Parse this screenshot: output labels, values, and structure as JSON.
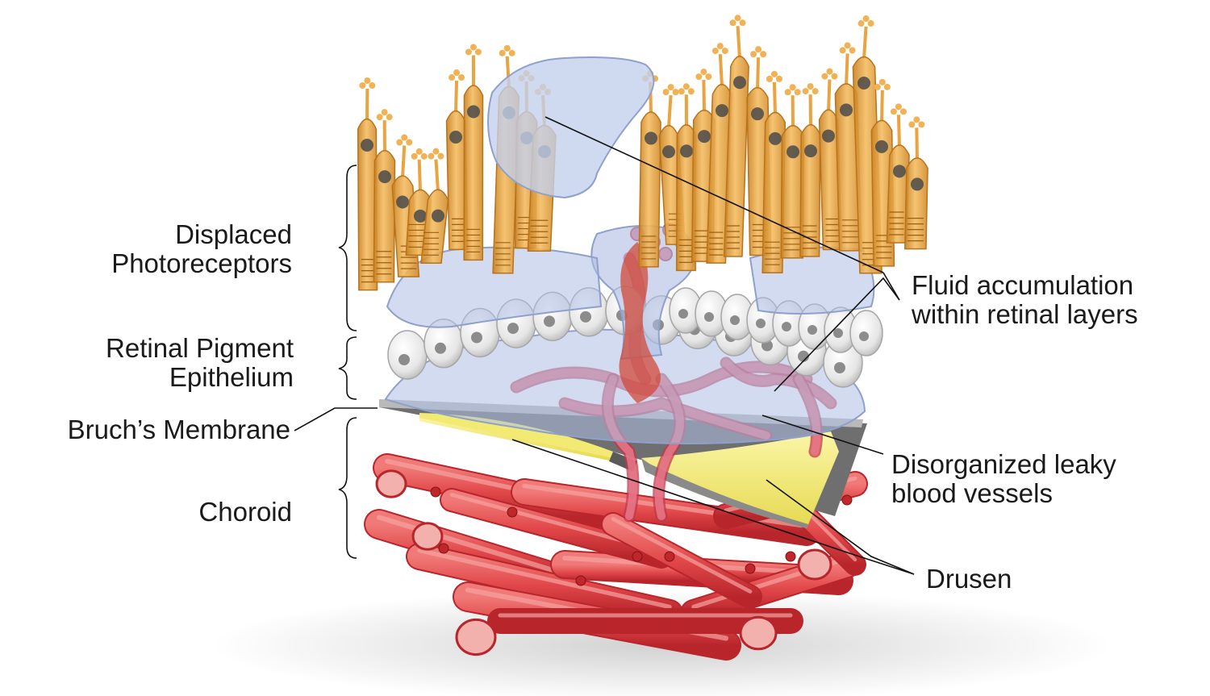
{
  "labels": {
    "displaced": [
      "Displaced",
      "Photoreceptors"
    ],
    "rpe": [
      "Retinal Pigment",
      "Epithelium"
    ],
    "bruch": "Bruch’s Membrane",
    "choroid": "Choroid",
    "fluid": [
      "Fluid accumulation",
      "within retinal layers"
    ],
    "vessels": [
      "Disorganized leaky",
      "blood vessels"
    ],
    "drusen": "Drusen"
  },
  "colors": {
    "photoreceptor": "#e9a441",
    "photoreceptor_dark": "#b8731c",
    "fluid": "#b8c6e6",
    "rpe_cell": "#eeeeee",
    "membrane": "#9a9a9a",
    "drusen": "#f2ea73",
    "vessel": "#e2484a",
    "vessel_dark": "#b8262c",
    "leader_line": "#111111"
  }
}
